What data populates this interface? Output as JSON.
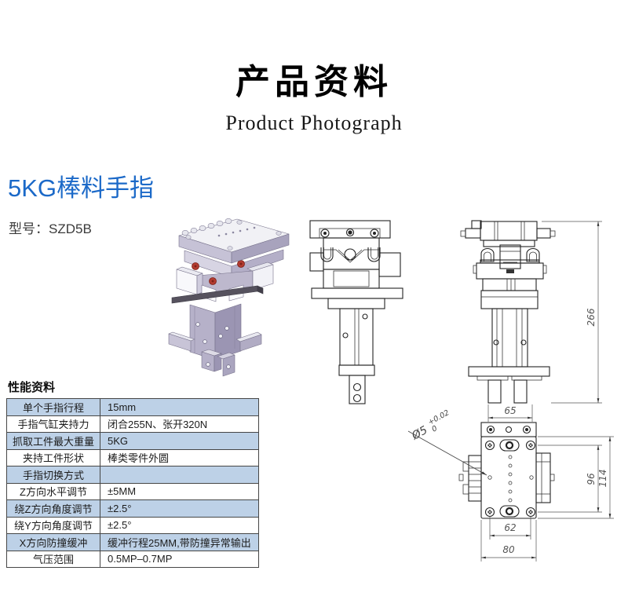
{
  "header": {
    "title": "产品资料",
    "subtitle": "Product Photograph"
  },
  "product": {
    "name": "5KG棒料手指",
    "model": "型号：SZD5B"
  },
  "specs": {
    "heading": "性能资料",
    "rows": [
      {
        "label": "单个手指行程",
        "value": "15mm"
      },
      {
        "label": "手指气缸夹持力",
        "value": "闭合255N、张开320N"
      },
      {
        "label": "抓取工件最大重量",
        "value": "5KG"
      },
      {
        "label": "夹持工件形状",
        "value": "棒类零件外圆"
      },
      {
        "label": "手指切换方式",
        "value": ""
      },
      {
        "label": "Z方向水平调节",
        "value": "±5MM"
      },
      {
        "label": "绕Z方向角度调节",
        "value": "±2.5°"
      },
      {
        "label": "绕Y方向角度调节",
        "value": "±2.5°"
      },
      {
        "label": "X方向防撞缓冲",
        "value": "缓冲行程25MM,带防撞异常输出"
      },
      {
        "label": "气压范围",
        "value": "0.5MP–0.7MP"
      }
    ]
  },
  "drawing": {
    "dims": {
      "overall_height": "266",
      "foot_span": "65",
      "hole_callout": "Ø5",
      "tol_upper": "+0.02",
      "tol_lower": "0",
      "inner_height": "96",
      "outer_height": "114",
      "hole_pitch": "62",
      "plate_width": "80"
    }
  },
  "colors": {
    "accent_blue": "#1b69c8",
    "table_row_blue": "#bdd1e7",
    "render_lavender": "#b6b1c9",
    "render_dark_band": "#56525e",
    "render_screw_red": "#b23b30"
  }
}
